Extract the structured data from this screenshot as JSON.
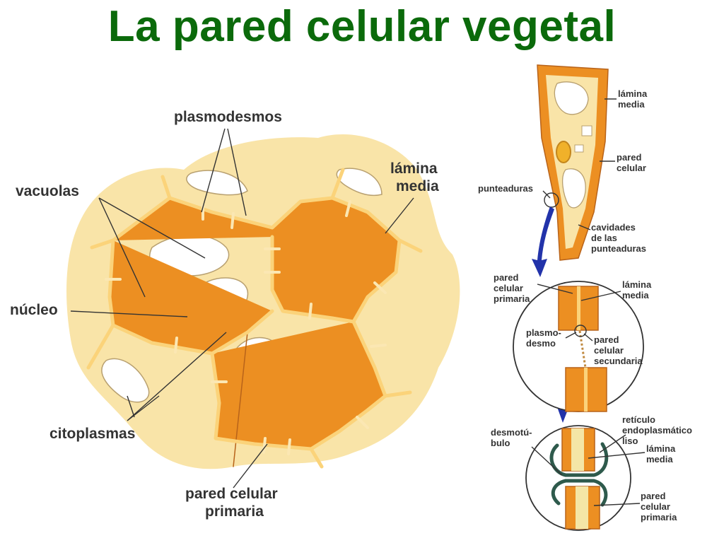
{
  "title": "La pared celular vegetal",
  "colors": {
    "title": "#0b6a0b",
    "cytoplasm": "#f9e4a8",
    "wall": "#ec8f22",
    "lamella": "#fbd37a",
    "nucleus": "#f0b12a",
    "desmotubule": "#2e5a4c",
    "arrow": "#2233aa"
  },
  "icons": [
    "arrow-down-icon"
  ],
  "main_labels": {
    "plasmodesmos": "plasmodesmos",
    "lamina_media": [
      "lámina",
      "media"
    ],
    "vacuolas": "vacuolas",
    "nucleo": "núcleo",
    "citoplasmas": "citoplasmas",
    "pared_celular_primaria": [
      "pared celular",
      "primaria"
    ]
  },
  "side_labels": {
    "lamina_media_1": [
      "lámina",
      "media"
    ],
    "pared_celular": [
      "pared",
      "celular"
    ],
    "punteaduras": "punteaduras",
    "cavidades": [
      "cavidades",
      "de las",
      "punteaduras"
    ]
  },
  "mid_labels": {
    "pared_celular_primaria": [
      "pared",
      "celular",
      "primaria"
    ],
    "lamina_media": [
      "lámina",
      "media"
    ],
    "plasmodesmo": [
      "plasmo-",
      "desmo"
    ],
    "pared_celular_secundaria": [
      "pared",
      "celular",
      "secundaria"
    ]
  },
  "bottom_labels": {
    "desmotubulo": [
      "desmotú-",
      "bulo"
    ],
    "reticulo": [
      "retículo",
      "endoplasmático",
      "liso"
    ],
    "lamina_media": [
      "lámina",
      "media"
    ],
    "pared_celular_primaria": [
      "pared",
      "celular",
      "primaria"
    ]
  }
}
